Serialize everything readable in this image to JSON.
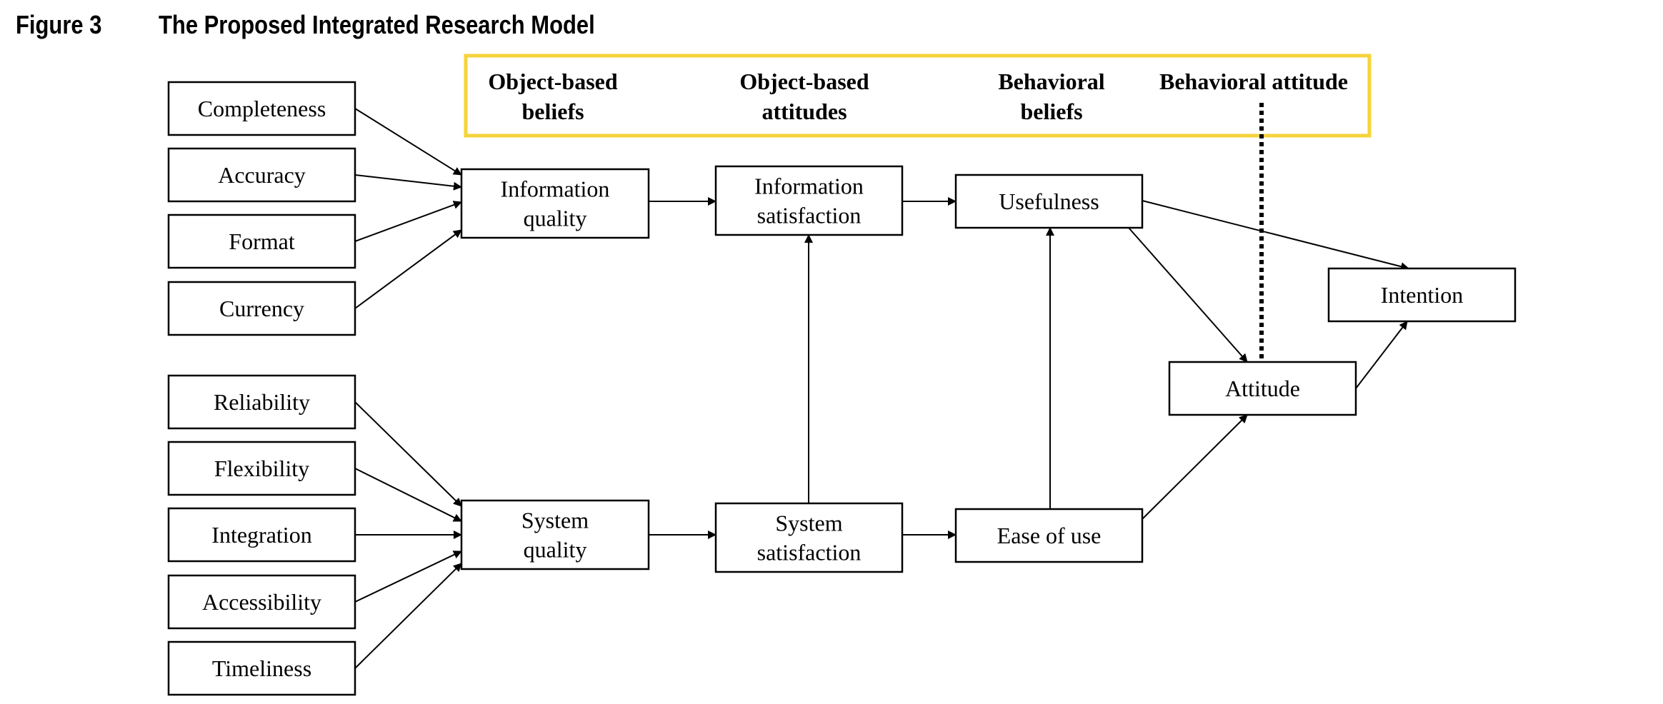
{
  "figure": {
    "number": "Figure 3",
    "title": "The Proposed Integrated Research Model"
  },
  "colors": {
    "highlight_border": "#f5d33a",
    "stroke": "#000000",
    "text": "#000000",
    "background": "#ffffff"
  },
  "category_headers": {
    "object_beliefs": [
      "Object-based",
      "beliefs"
    ],
    "object_attitudes": [
      "Object-based",
      "attitudes"
    ],
    "behavioral_beliefs": [
      "Behavioral",
      "beliefs"
    ],
    "behavioral_attitude": [
      "Behavioral attitude"
    ]
  },
  "nodes": {
    "completeness": [
      "Completeness"
    ],
    "accuracy": [
      "Accuracy"
    ],
    "format": [
      "Format"
    ],
    "currency": [
      "Currency"
    ],
    "reliability": [
      "Reliability"
    ],
    "flexibility": [
      "Flexibility"
    ],
    "integration": [
      "Integration"
    ],
    "accessibility": [
      "Accessibility"
    ],
    "timeliness": [
      "Timeliness"
    ],
    "information_quality": [
      "Information",
      "quality"
    ],
    "system_quality": [
      "System",
      "quality"
    ],
    "information_satisfaction": [
      "Information",
      "satisfaction"
    ],
    "system_satisfaction": [
      "System",
      "satisfaction"
    ],
    "usefulness": [
      "Usefulness"
    ],
    "ease_of_use": [
      "Ease of use"
    ],
    "attitude": [
      "Attitude"
    ],
    "intention": [
      "Intention"
    ]
  },
  "edges": [
    [
      "completeness",
      "information_quality"
    ],
    [
      "accuracy",
      "information_quality"
    ],
    [
      "format",
      "information_quality"
    ],
    [
      "currency",
      "information_quality"
    ],
    [
      "reliability",
      "system_quality"
    ],
    [
      "flexibility",
      "system_quality"
    ],
    [
      "integration",
      "system_quality"
    ],
    [
      "accessibility",
      "system_quality"
    ],
    [
      "timeliness",
      "system_quality"
    ],
    [
      "information_quality",
      "information_satisfaction"
    ],
    [
      "system_quality",
      "system_satisfaction"
    ],
    [
      "system_satisfaction",
      "information_satisfaction"
    ],
    [
      "information_satisfaction",
      "usefulness"
    ],
    [
      "system_satisfaction",
      "ease_of_use"
    ],
    [
      "ease_of_use",
      "usefulness"
    ],
    [
      "usefulness",
      "attitude"
    ],
    [
      "usefulness",
      "intention"
    ],
    [
      "ease_of_use",
      "attitude"
    ],
    [
      "attitude",
      "intention"
    ]
  ]
}
